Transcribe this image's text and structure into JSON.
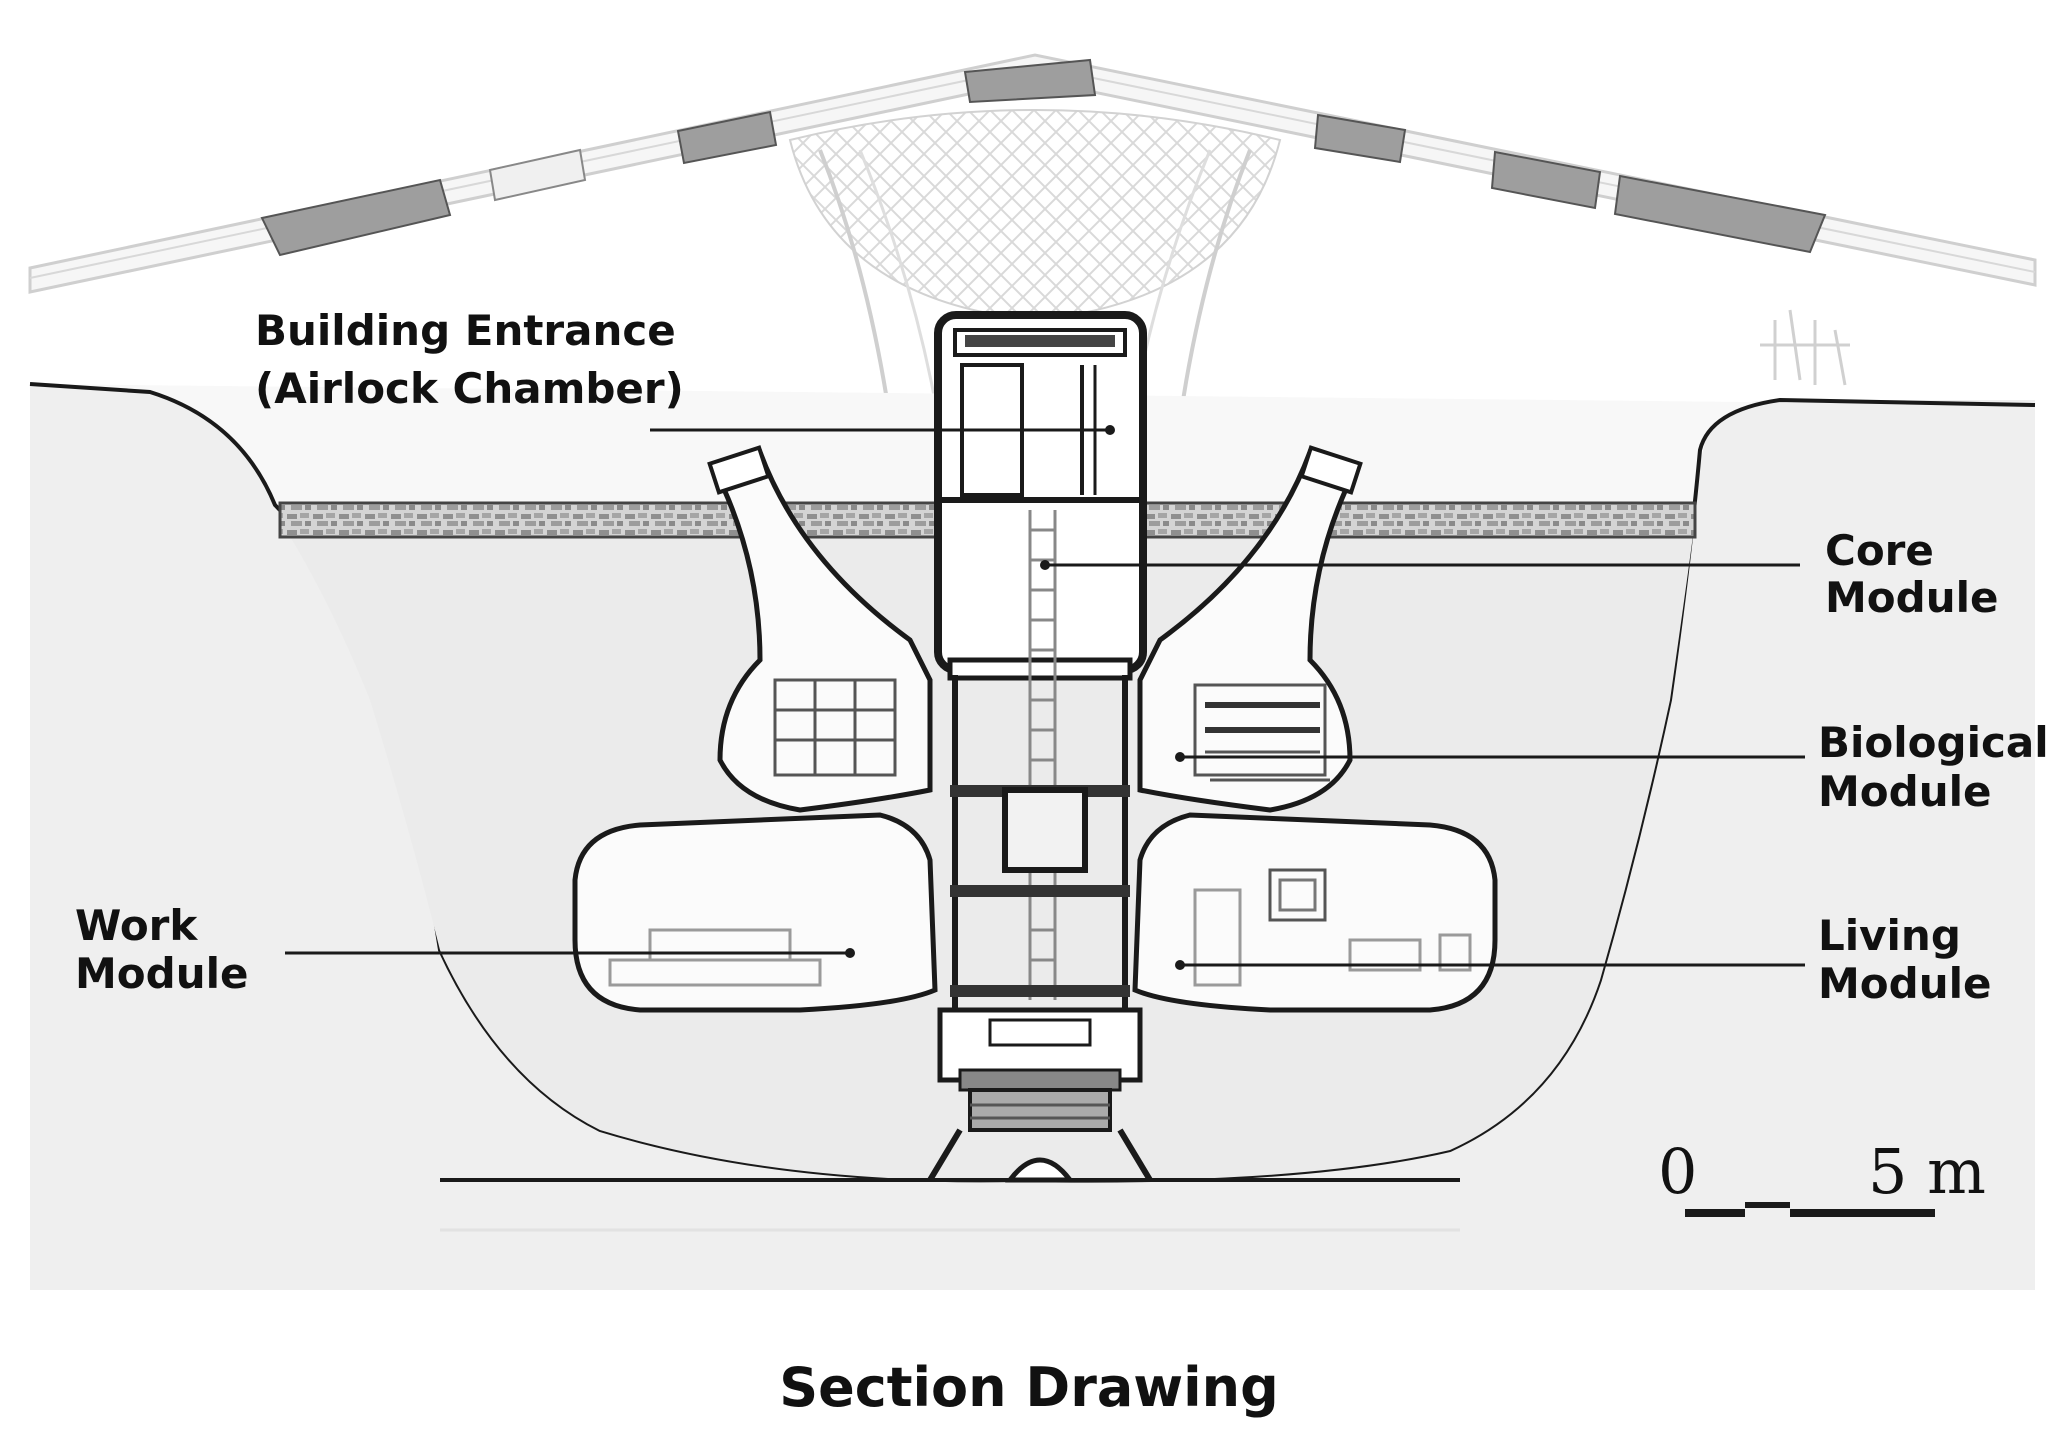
{
  "labels": {
    "building_entrance_line1": "Building Entrance",
    "building_entrance_line2": "(Airlock Chamber)",
    "core_module_line1": "Core",
    "core_module_line2": "Module",
    "biological_module_line1": "Biological",
    "biological_module_line2": "Module",
    "work_module_line1": "Work",
    "work_module_line2": "Module",
    "living_module_line1": "Living",
    "living_module_line2": "Module"
  },
  "scale_bar": {
    "start_label": "0",
    "end_label": "5 m"
  },
  "caption": "Section Drawing",
  "colors": {
    "line": "#1a1a1a",
    "soil": "#ececec",
    "soil_light": "#f5f5f5",
    "panel": "#9a9a9a",
    "paving": "#bdbdbd",
    "sky": "#ffffff"
  }
}
